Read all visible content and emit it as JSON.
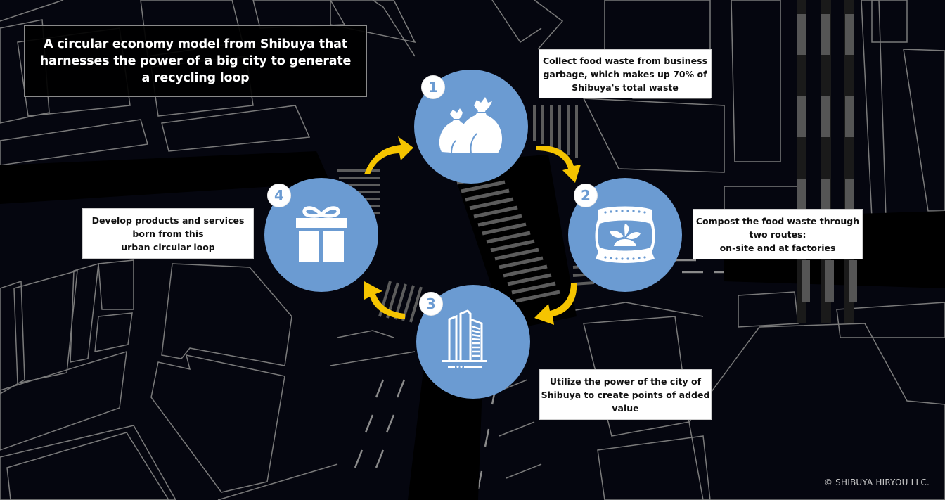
{
  "title": "A circular economy model from Shibuya that\nharnesses the power of a big city to generate\na recycling loop",
  "colors": {
    "background": "#05060f",
    "circle": "#6b9bd2",
    "arrow": "#f5c400",
    "map_line": "#7a7a7a",
    "crosswalk": "#5c5c5c"
  },
  "steps": [
    {
      "number": "1",
      "icon": "garbage-bags-icon",
      "text": "Collect food waste from business\ngarbage, which makes up 70% of\nShibuya's total waste"
    },
    {
      "number": "2",
      "icon": "compost-bag-icon",
      "text": "Compost the food waste through\ntwo routes:\non-site and at factories"
    },
    {
      "number": "3",
      "icon": "city-building-icon",
      "text": "Utilize the power of the city of\nShibuya to create points of added\nvalue"
    },
    {
      "number": "4",
      "icon": "gift-box-icon",
      "text": "Develop products and services\nborn from this\nurban circular loop"
    }
  ],
  "copyright": "© SHIBUYA HIRYOU LLC."
}
